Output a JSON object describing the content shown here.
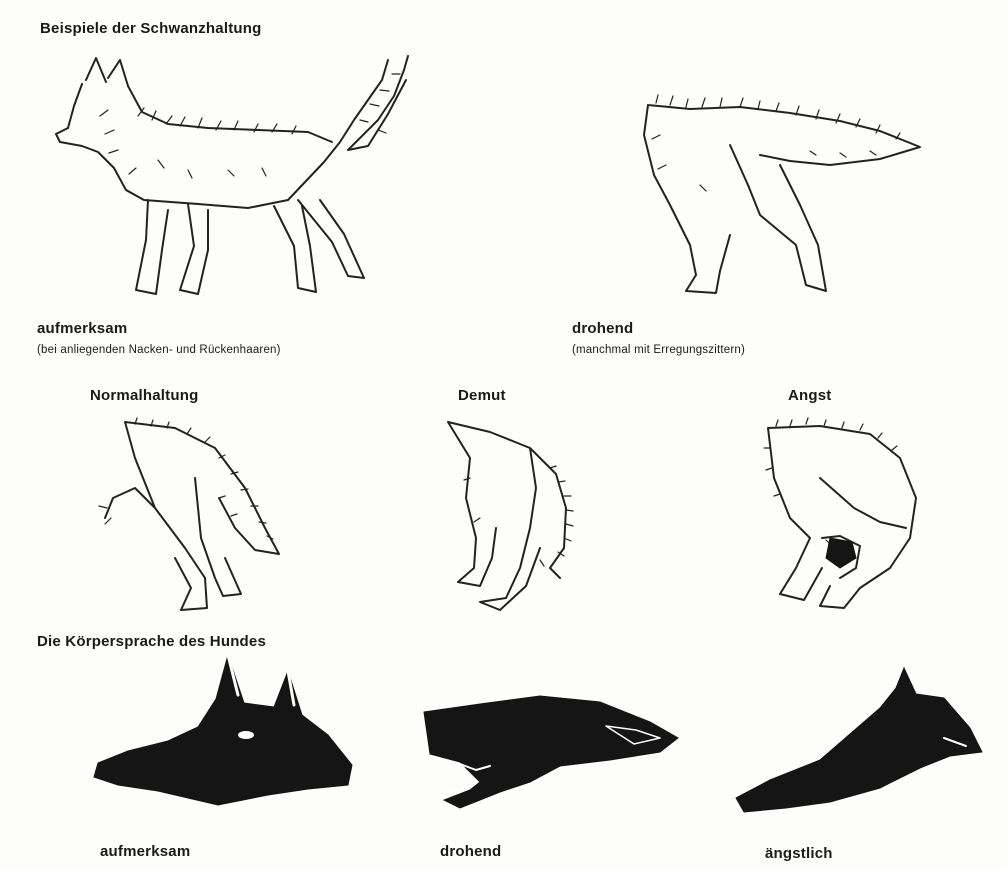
{
  "headings": {
    "tail_examples": "Beispiele der Schwanzhaltung",
    "body_language": "Die Körpersprache des Hundes"
  },
  "tail_row_top": [
    {
      "label": "aufmerksam",
      "note": "(bei anliegenden Nacken- und Rückenhaaren)"
    },
    {
      "label": "drohend",
      "note": "(manchmal mit Erregungszittern)"
    }
  ],
  "tail_row_middle": [
    {
      "label": "Normalhaltung"
    },
    {
      "label": "Demut"
    },
    {
      "label": "Angst"
    }
  ],
  "heads_row": [
    {
      "label": "aufmerksam"
    },
    {
      "label": "drohend"
    },
    {
      "label": "ängstlich"
    }
  ],
  "colors": {
    "ink": "#1a1a1a",
    "paper": "#fdfdfb"
  }
}
